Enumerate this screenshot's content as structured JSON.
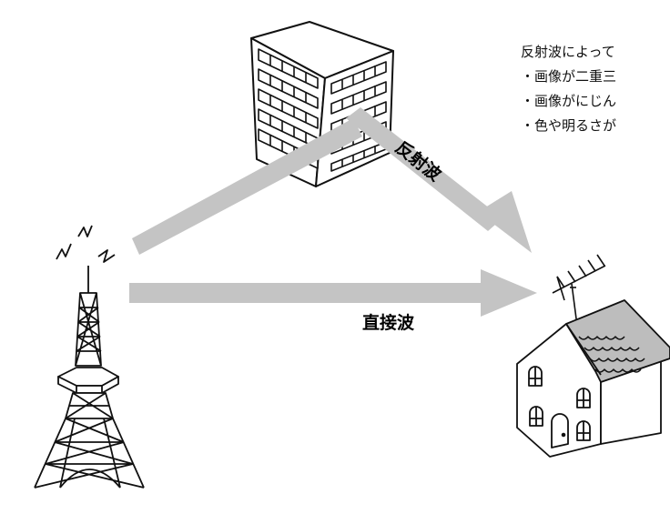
{
  "labels": {
    "direct_wave": "直接波",
    "reflected_wave": "反射波"
  },
  "note": {
    "lines": [
      "反射波によって",
      "・画像が二重三",
      "・画像がにじん",
      "・色や明るさが"
    ]
  },
  "colors": {
    "arrow": "#c4c4c4",
    "outline": "#111111",
    "roof": "#bdbdbd",
    "background": "#ffffff"
  },
  "icons": {
    "building": "office-building-icon",
    "tower": "broadcast-tower-icon",
    "house": "house-icon",
    "antenna": "tv-antenna-icon"
  }
}
